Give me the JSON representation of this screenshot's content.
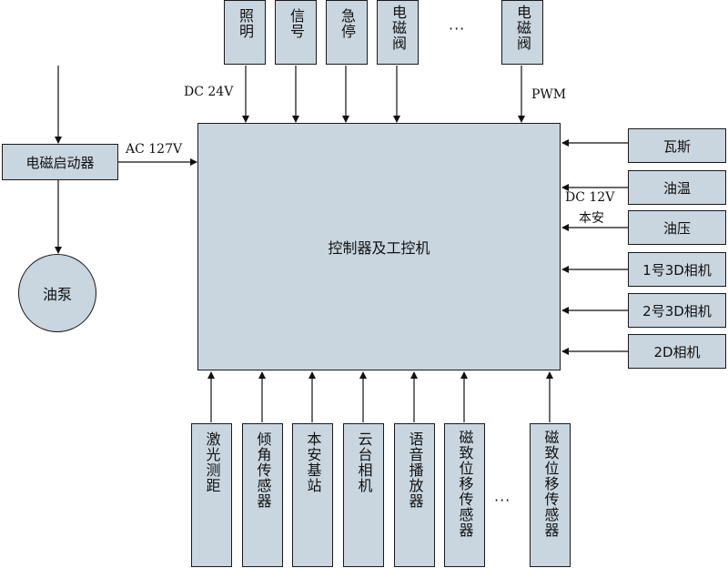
{
  "controller": "控制器及工控机",
  "starter": "电磁启动器",
  "pump": "油泵",
  "top_boxes": [
    "照明",
    "信号",
    "急停",
    "电磁阀",
    "电磁阀"
  ],
  "right_boxes": [
    "瓦斯",
    "油温",
    "油压",
    "1号3D相机",
    "2号3D相机",
    "2D相机"
  ],
  "bottom_boxes": [
    "激光测距",
    "倾角传感器",
    "本安基站",
    "云台相机",
    "语音播放器",
    "磁致位移传感器",
    "磁致位移传感器"
  ],
  "labels": {
    "dc24": "DC 24V",
    "pwm": "PWM",
    "ac127": "AC 127V",
    "dc12": "DC 12V",
    "benan": "本安"
  },
  "ellipsis": "···"
}
